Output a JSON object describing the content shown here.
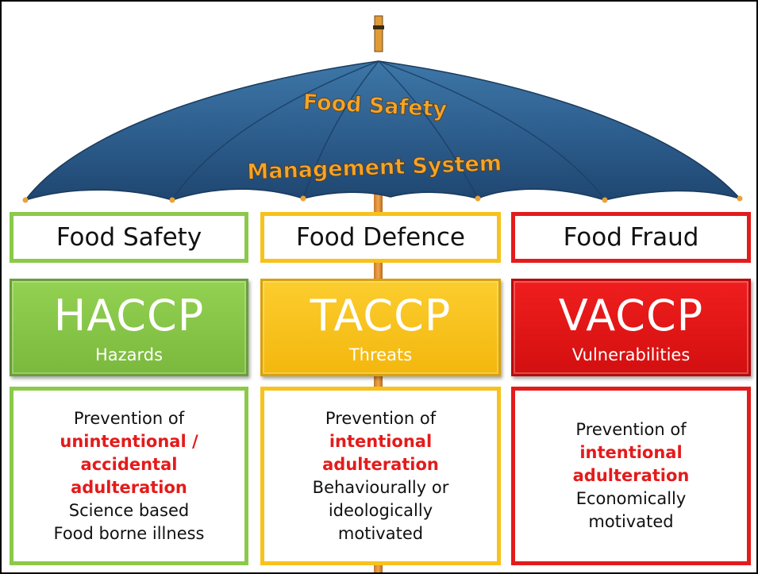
{
  "umbrella": {
    "title_line1": "Food Safety",
    "title_line2": "Management System"
  },
  "columns": [
    {
      "header": "Food Safety",
      "acronym": "HACCP",
      "subtitle": "Hazards",
      "description": [
        {
          "text": "Prevention of",
          "emphasis": false
        },
        {
          "text": "unintentional /",
          "emphasis": true
        },
        {
          "text": "accidental",
          "emphasis": true
        },
        {
          "text": "adulteration",
          "emphasis": true
        },
        {
          "text": "Science based",
          "emphasis": false
        },
        {
          "text": "Food borne illness",
          "emphasis": false
        }
      ]
    },
    {
      "header": "Food Defence",
      "acronym": "TACCP",
      "subtitle": "Threats",
      "description": [
        {
          "text": "Prevention of",
          "emphasis": false
        },
        {
          "text": "intentional",
          "emphasis": true
        },
        {
          "text": "adulteration",
          "emphasis": true
        },
        {
          "text": "Behaviourally or",
          "emphasis": false
        },
        {
          "text": "ideologically",
          "emphasis": false
        },
        {
          "text": "motivated",
          "emphasis": false
        }
      ]
    },
    {
      "header": "Food Fraud",
      "acronym": "VACCP",
      "subtitle": "Vulnerabilities",
      "description": [
        {
          "text": "Prevention of",
          "emphasis": false
        },
        {
          "text": "intentional",
          "emphasis": true
        },
        {
          "text": "adulteration",
          "emphasis": true
        },
        {
          "text": "Economically",
          "emphasis": false
        },
        {
          "text": "motivated",
          "emphasis": false
        }
      ]
    }
  ],
  "colors": {
    "umbrella_blue": "#2f5f8f",
    "title_orange": "#f4a429",
    "green": "#8cc94a",
    "yellow": "#f7c21b",
    "red": "#e41b1b",
    "emphasis_text": "#e41b1b"
  }
}
